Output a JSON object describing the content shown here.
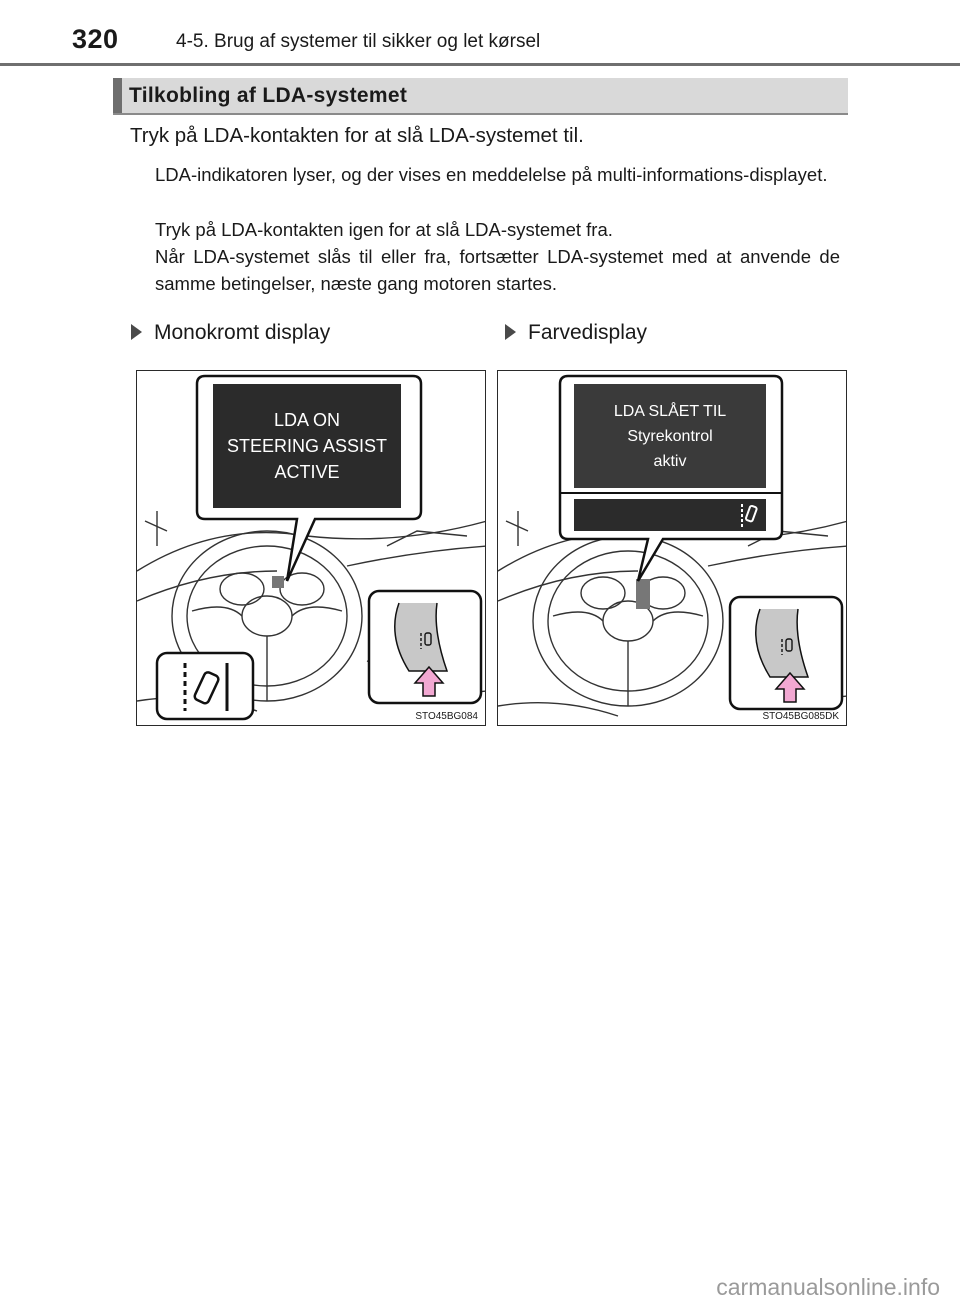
{
  "header": {
    "page_number": "320",
    "chapter": "4-5. Brug af systemer til sikker og let kørsel"
  },
  "section": {
    "title": "Tilkobling af LDA-systemet"
  },
  "content": {
    "instruction": "Tryk på LDA-kontakten for at slå LDA-systemet til.",
    "paragraphs": [
      "LDA-indikatoren lyser, og der vises en meddelelse på multi-informations-displayet.",
      "Tryk på LDA-kontakten igen for at slå LDA-systemet fra.",
      "Når LDA-systemet slås til eller fra, fortsætter LDA-systemet med at anvende de samme betingelser, næste gang motoren startes."
    ]
  },
  "figures": [
    {
      "heading": "Monokromt display",
      "display_lines": [
        "LDA ON",
        "STEERING ASSIST",
        "ACTIVE"
      ],
      "code": "STO45BG084"
    },
    {
      "heading": "Farvedisplay",
      "display_lines": [
        "LDA SLÅET TIL",
        "Styrekontrol",
        "aktiv"
      ],
      "code": "STO45BG085DK"
    }
  ],
  "watermark": "carmanualsonline.info",
  "colors": {
    "section_bg": "#d9d9d9",
    "section_accent": "#6e6e6e",
    "display_bg": "#2b2b2b",
    "arrow_pink": "#f2a8d2"
  },
  "icons": [
    "triangle-bullet-icon",
    "lane-departure-icon",
    "up-arrow-icon"
  ]
}
